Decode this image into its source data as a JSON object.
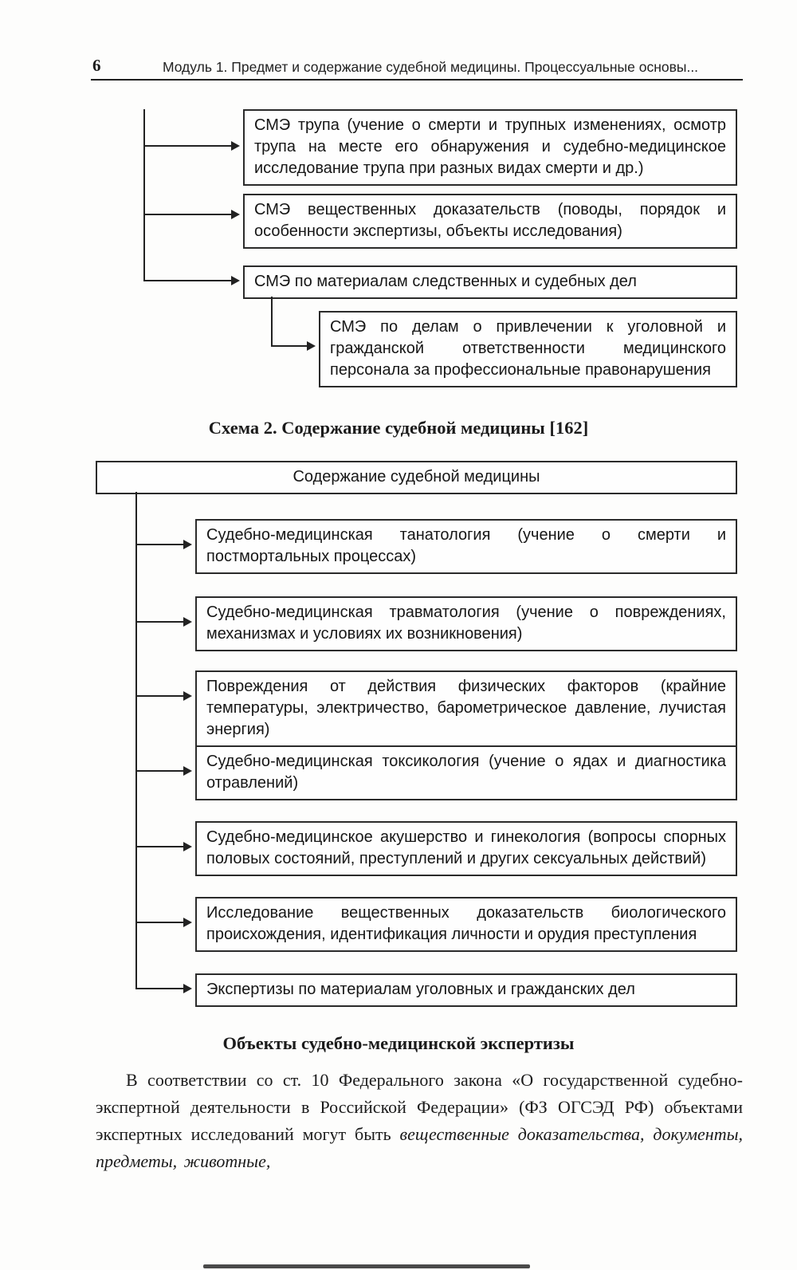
{
  "page": {
    "number": "6",
    "running_head": "Модуль 1. Предмет и содержание судебной медицины. Процессуальные основы..."
  },
  "scheme1": {
    "boxes": [
      {
        "text": "СМЭ трупа (учение о смерти и трупных изменениях, осмотр трупа на месте его обнаружения и судебно-медицинское исследование трупа при разных видах смерти и др.)"
      },
      {
        "text": "СМЭ вещественных доказательств (поводы, порядок и особенности экспертизы, объекты исследования)"
      },
      {
        "text": "СМЭ по материалам следственных и судебных дел"
      },
      {
        "text": "СМЭ по делам о привлечении к уголовной и гражданской ответственности медицинского персонала за профессиональные правонарушения"
      }
    ]
  },
  "scheme2": {
    "caption": "Схема 2. Содержание судебной медицины [162]",
    "root": "Содержание судебной медицины",
    "boxes": [
      {
        "text": "Судебно-медицинская танатология (учение о смерти и постмортальных процессах)"
      },
      {
        "text": "Судебно-медицинская травматология (учение о повреждениях, механизмах и условиях их возникновения)"
      },
      {
        "text": "Повреждения от действия физических факторов (крайние температуры, электричество, барометрическое давление, лучистая энергия)"
      },
      {
        "text": "Судебно-медицинская токсикология (учение о ядах и диагностика отравлений)"
      },
      {
        "text": "Судебно-медицинское акушерство и гинекология (вопросы спорных половых состояний, преступлений и других сексуальных действий)"
      },
      {
        "text": "Исследование вещественных доказательств биологического происхождения, идентификация личности и орудия преступления"
      },
      {
        "text": "Экспертизы по материалам уголовных и гражданских дел"
      }
    ]
  },
  "section": {
    "heading": "Объекты судебно-медицинской экспертизы",
    "paragraph_normal": "В соответствии со ст. 10 Федерального закона «О государственной судебно-экспертной деятельности в Российской Федерации» (ФЗ ОГСЭД РФ) объектами экспертных исследований могут быть ",
    "paragraph_italic": "вещественные доказательства, документы, предметы, животные,"
  }
}
